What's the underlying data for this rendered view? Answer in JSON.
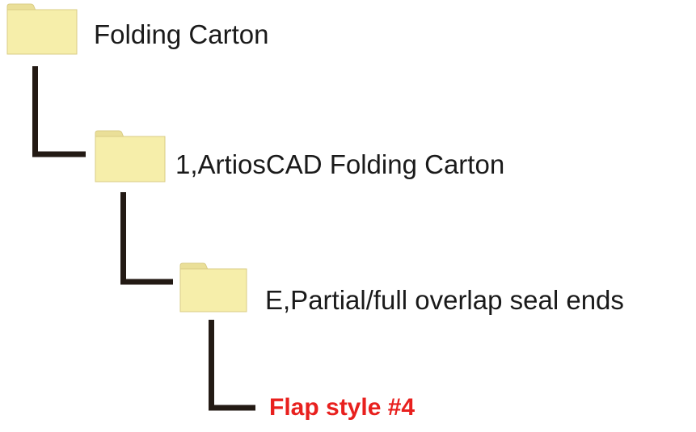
{
  "tree": {
    "nodes": [
      {
        "label": "Folding Carton",
        "icon": "folder-icon",
        "level": 0
      },
      {
        "label": "1,ArtiosCAD Folding Carton",
        "icon": "folder-icon",
        "level": 1
      },
      {
        "label": "E,Partial/full overlap seal ends",
        "icon": "folder-icon",
        "level": 2
      },
      {
        "label": "Flap style #4",
        "icon": null,
        "level": 3,
        "highlighted": true
      }
    ],
    "colors": {
      "folder_fill": "#f6eeaa",
      "folder_tab": "#eadf98",
      "folder_edge": "#d9cc86",
      "connector": "#231a14",
      "text": "#1a1a1a",
      "highlight_text": "#e8201e"
    }
  }
}
